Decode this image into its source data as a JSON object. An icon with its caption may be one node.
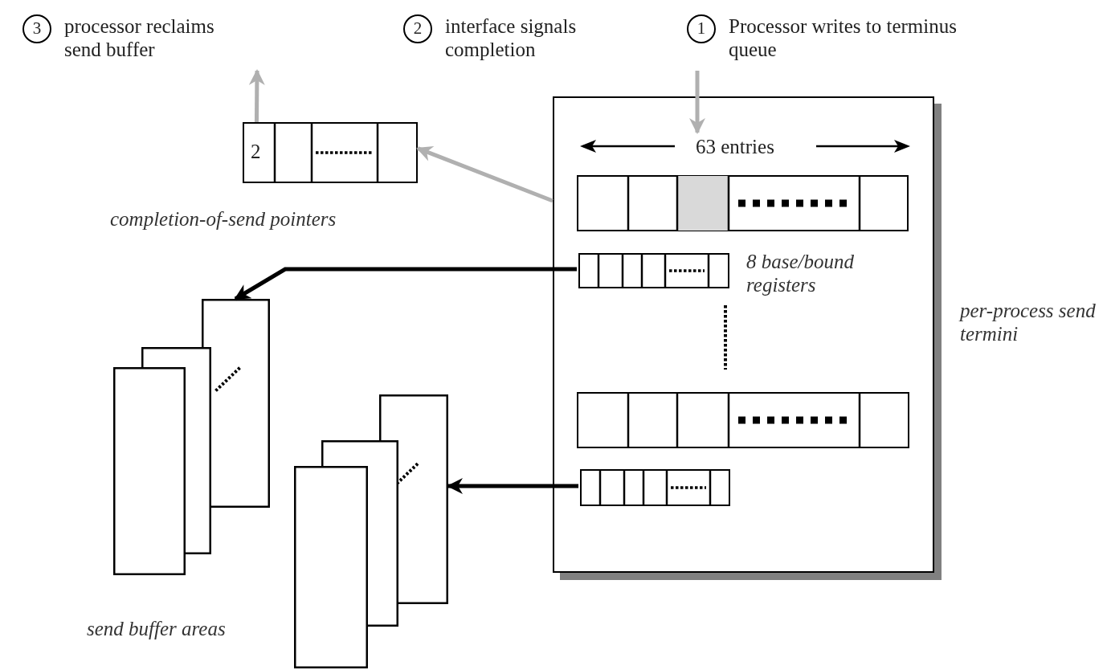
{
  "diagram": {
    "nodes": [
      {
        "text": [
          "3"
        ],
        "beside": [
          "processor reclaims send buffer"
        ]
      },
      {
        "text": [
          "2"
        ],
        "beside": [
          "interface signals completion"
        ]
      },
      {
        "text": [
          "1"
        ],
        "beside": [
          "Processor writes to terminus queue"
        ]
      },
      {
        "text": [
          "2"
        ],
        "beside": [
          "completion-of-send pointers"
        ]
      },
      {
        "text": [],
        "shape": "box",
        "beside": [
          "per-process send termini"
        ]
      },
      {
        "text": [],
        "shape": "box",
        "in": 4
      },
      {
        "text": [],
        "shape": "box",
        "in": 4,
        "beside": [
          "8 base/bound registers"
        ]
      },
      {
        "text": [],
        "shape": "box",
        "in": 4
      },
      {
        "text": [],
        "shape": "box",
        "in": 4
      },
      {
        "text": [],
        "shape": "box"
      },
      {
        "text": [],
        "shape": "box"
      }
    ],
    "edges": [
      {
        "from": 3,
        "to": 0,
        "arrow": "to",
        "color": "#b0b0b0"
      },
      {
        "from": 4,
        "to": 3,
        "arrow": "to",
        "color": "#b0b0b0"
      },
      {
        "from": 2,
        "to": 4,
        "arrow": "to",
        "color": "#b0b0b0"
      },
      {
        "from": 6,
        "to": 9,
        "arrow": "to",
        "color": "#000000"
      },
      {
        "from": 8,
        "to": 10,
        "arrow": "to",
        "color": "#000000"
      }
    ],
    "labels": [
      "63 entries",
      "send buffer areas"
    ]
  }
}
